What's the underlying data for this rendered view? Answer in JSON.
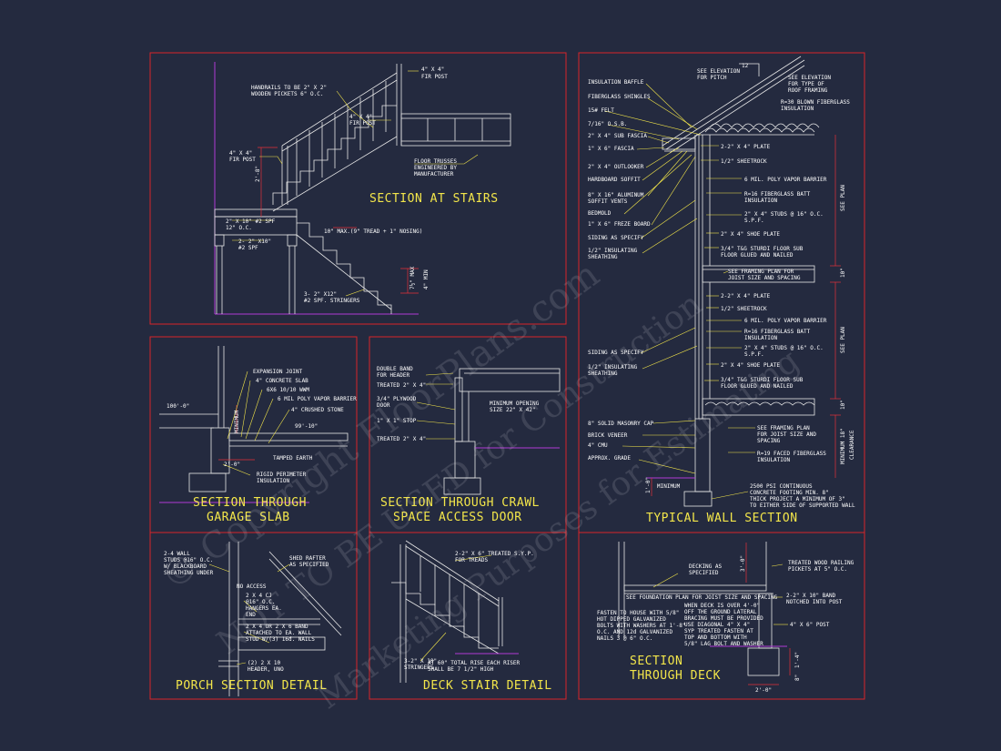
{
  "titles": {
    "stairs": "SECTION AT STAIRS",
    "garage_l1": "SECTION THROUGH",
    "garage_l2": "GARAGE SLAB",
    "crawl_l1": "SECTION THROUGH CRAWL",
    "crawl_l2": "SPACE ACCESS DOOR",
    "wall": "TYPICAL WALL SECTION",
    "porch": "PORCH SECTION DETAIL",
    "deckstair": "DECK STAIR DETAIL",
    "deck_l1": "SECTION",
    "deck_l2": "THROUGH DECK"
  },
  "stairs": {
    "handrails_1": "HANDRAILS TO BE 2\" X 2\"",
    "handrails_2": "WOODEN PICKETS 6\" O.C.",
    "fir_post_a_1": "4\" X 4\"",
    "fir_post_a_2": "FIR POST",
    "fir_post_b_1": "4\" X 4\"",
    "fir_post_b_2": "FIR POST",
    "fir_post_c_1": "4\" X 4\"",
    "fir_post_c_2": "FIR POST",
    "trusses_1": "FLOOR TRUSSES",
    "trusses_2": "ENGINEERED BY",
    "trusses_3": "MANUFACTURER",
    "joist_1": "2\" X 10\" #2 SPF",
    "joist_2": "12\" O.C.",
    "beam_1": "2- 2\" X10\"",
    "beam_2": "#2 SPF",
    "tread": "10\" MAX.(9\" TREAD + 1\" NOSING)",
    "stringers_1": "3- 2\" X12\"",
    "stringers_2": "#2 SPF. STRINGERS",
    "dim_28": "2'-8\"",
    "dim_rise": "7½\" MAX",
    "dim_min": "4\" MIN"
  },
  "garage": {
    "expansion": "EXPANSION JOINT",
    "slab": "4\" CONCRETE SLAB",
    "wwm": "6X6 10/10 WWM",
    "vapor": "6 MIL POLY VAPOR BARRIER",
    "stone": "4\" CRUSHED STONE",
    "earth": "TAMPED EARTH",
    "rigid_1": "RIGID PERIMETER",
    "rigid_2": "INSULATION",
    "elev_left": "100'-0\"",
    "elev_right": "99'-10\"",
    "dim_20": "2'-0\"",
    "minimum": "MINIMUM"
  },
  "crawl": {
    "band_1": "DOUBLE BAND",
    "band_2": "FOR HEADER",
    "treated_a": "TREATED 2\" X 4\"",
    "ply_1": "3/4\" PLYWOOD",
    "ply_2": "DOOR",
    "stop": "1\" X 1\" STOP",
    "treated_b": "TREATED 2\" X 4\"",
    "opening_1": "MINIMUM OPENING",
    "opening_2": "SIZE 22\" X 42\""
  },
  "wall": {
    "pitch_1": "SEE ELEVATION",
    "pitch_2": "FOR PITCH",
    "pitch_12": "12",
    "roof_1": "SEE ELEVATION",
    "roof_2": "FOR TYPE OF",
    "roof_3": "ROOF FRAMING",
    "r30_1": "R=30 BLOWN FIBERGLASS",
    "r30_2": "INSULATION",
    "left": [
      "INSULATION BAFFLE",
      "FIBERGLASS SHINGLES",
      "15# FELT",
      "7/16\" O.S.B.",
      "2\" X 4\" SUB FASCIA",
      "1\" X 6\" FASCIA",
      "2\" X 4\" OUTLOOKER",
      "HARDBOARD SOFFIT",
      "8\" X 16\" ALUMINUM",
      "SOFFIT VENTS",
      "BEDMOLD",
      "1\" X 6\" FREZE BOARD",
      "SIDING AS SPECIFY",
      "1/2\" INSULATING",
      "SHEATHING",
      "SIDING AS SPECIFY",
      "1/2\" INSULATING",
      "SHEATHING",
      "8\" SOLID MASONRY CAP",
      "BRICK VENEER",
      "4\" CMU",
      "APPROX. GRADE"
    ],
    "right_a": [
      "2-2\" X 4\" PLATE",
      "1/2\" SHEETROCK",
      "6 MIL. POLY VAPOR BARRIER",
      "R=16 FIBERGLASS BATT",
      "INSULATION",
      "2\" X 4\" STUDS @ 16\" O.C.",
      "S.P.F.",
      "2\" X 4\" SHOE PLATE",
      "3/4\" T&G STURDI FLOOR SUB",
      "FLOOR GLUED AND NAILED"
    ],
    "joist_1": "SEE FRAMING PLAN FOR",
    "joist_2": "JOIST SIZE AND SPACING",
    "right_b": [
      "2-2\" X 4\" PLATE",
      "1/2\" SHEETROCK",
      "6 MIL. POLY VAPOR BARRIER",
      "R=16 FIBERGLASS BATT",
      "INSULATION",
      "2\" X 4\" STUDS @ 16\" O.C.",
      "S.P.F.",
      "2\" X 4\" SHOE PLATE",
      "3/4\" T&G STURDI FLOOR SUB",
      "FLOOR GLUED AND NAILED"
    ],
    "framing_1": "SEE FRAMING PLAN",
    "framing_2": "FOR JOIST SIZE AND",
    "framing_3": "SPACING",
    "r19_1": "R=19 FACED FIBERGLASS",
    "r19_2": "INSULATION",
    "footing_1": "2500 PSI CONTINUOUS",
    "footing_2": "CONCRETE FOOTING MIN. 8\"",
    "footing_3": "THICK PROJECT A MINIMUM OF 3\"",
    "footing_4": "TO EITHER SIDE OF SUPPORTED WALL",
    "see_plan_a": "SEE PLAN",
    "see_plan_b": "SEE PLAN",
    "dim_10a": "10\"",
    "dim_10b": "10\"",
    "clearance_1": "MINIMUM 18\"",
    "clearance_2": "CLEARANCE",
    "minimum": "MINIMUM",
    "dim_10": "1'-0\""
  },
  "porch": {
    "wall_1": "2-4 WALL",
    "wall_2": "STUDS @16\" O.C.",
    "wall_3": "W/ BLACKBOARD",
    "wall_4": "SHEATHING UNDER",
    "shed_1": "SHED RAFTER",
    "shed_2": "AS SPECIFIED",
    "no_access": "NO ACCESS",
    "cj_1": "2 X 4 CJ",
    "cj_2": "@16\" O.C.",
    "cj_3": "HANGERS EA.",
    "cj_4": "END",
    "band_1": "2 X 4 OR 2 X 6 BAND",
    "band_2": "ATTACHED TO EA. WALL",
    "band_3": "STUD W/(3) 16d. NAILS",
    "header_1": "(2) 2 X 10",
    "header_2": "HEADER, UNO"
  },
  "deckstair": {
    "treads_1": "2-2\" X 6\" TREATED S.Y.P.",
    "treads_2": "FOR TREADS",
    "stringers_1": "3-2\" X 10\"",
    "stringers_2": "STRINGERS",
    "riser_1": "AT 60\" TOTAL RISE EACH RISER",
    "riser_2": "SHALL BE 7 1/2\" HIGH"
  },
  "deck": {
    "decking_1": "DECKING AS",
    "decking_2": "SPECIFIED",
    "foundation": "SEE FOUNDATION PLAN FOR JOIST SIZE AND SPACING",
    "railing_1": "TREATED WOOD RAILING",
    "railing_2": "PICKETS AT 5\" O.C.",
    "band_1": "2-2\" X 10\" BAND",
    "band_2": "NOTCHED INTO POST",
    "fasten_1": "FASTEN TO HOUSE WITH 5/8\"",
    "fasten_2": "HOT DIPPED GALVANIZED",
    "fasten_3": "BOLTS WITH WASHERS AT 1'-8\"",
    "fasten_4": "O.C. AND 12d GALVANIZED",
    "fasten_5": "NAILS 3 @ 6\" O.C.",
    "brace_1": "WHEN DECK IS OVER 4'-0\"",
    "brace_2": "OFF THE GROUND LATERAL",
    "brace_3": "BRACING MUST BE PROVIDED",
    "brace_4": "USE DIAGONAL 4\" X 4\"",
    "brace_5": "SYP TREATED FASTEN AT",
    "brace_6": "TOP AND BOTTOM WITH",
    "brace_7": "5/8\" LAG BOLT AND WASHER",
    "post": "4\" X 6\" POST",
    "dim_30": "3'-0\"",
    "dim_14": "1'-4\"",
    "dim_8": "8\"",
    "dim_20": "2'-0\""
  },
  "watermark": {
    "line_1": "© Copyright FloorPlans.com",
    "line_2": "NOT TO BE USED for Construction",
    "line_3": "Marketing Purposes for Estimating"
  }
}
